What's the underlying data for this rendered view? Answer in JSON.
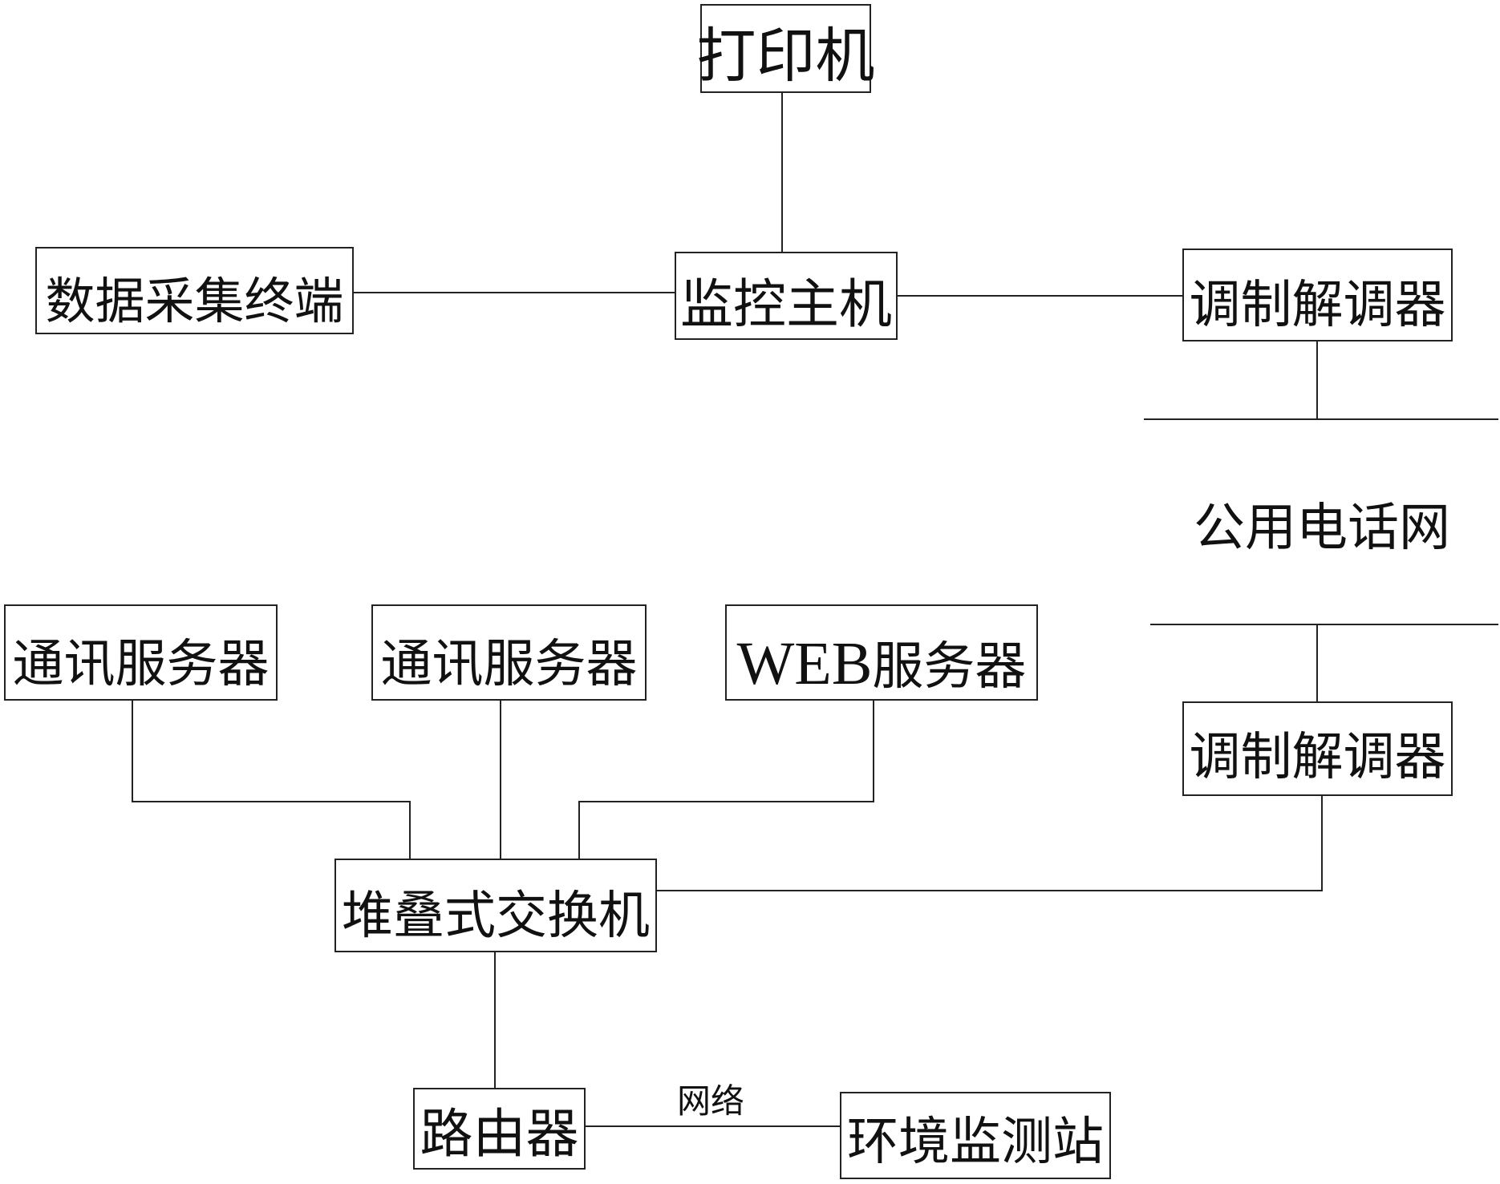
{
  "nodes": {
    "printer": "打印机",
    "data_terminal": "数据采集终端",
    "monitor_host": "监控主机",
    "modem_top": "调制解调器",
    "public_network": "公用电话网",
    "comm_server_1": "通讯服务器",
    "comm_server_2": "通讯服务器",
    "web_server_prefix": "WEB",
    "web_server_suffix": "服务器",
    "modem_bottom": "调制解调器",
    "stack_switch": "堆叠式交换机",
    "router": "路由器",
    "network_label": "网络",
    "env_station": "环境监测站"
  }
}
